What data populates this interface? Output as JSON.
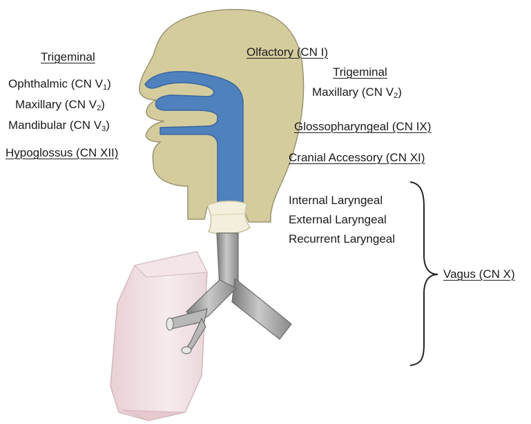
{
  "labels": {
    "olfactory": "Olfactory (CN I)",
    "trigeminal_left_heading": "Trigeminal",
    "ophthalmic_name": "Ophthalmic (CN V",
    "ophthalmic_sub": "1",
    "maxillary_left_name": "Maxillary (CN V",
    "maxillary_left_sub": "2",
    "mandibular_name": "Mandibular (CN V",
    "mandibular_sub": "3",
    "close_paren": ")",
    "hypoglossus": "Hypoglossus (CN XII)",
    "trigeminal_right_heading": "Trigeminal",
    "maxillary_right_name": "Maxillary (CN V",
    "maxillary_right_sub": "2",
    "glossopharyngeal": "Glossopharyngeal (CN IX)",
    "cranial_accessory": "Cranial Accessory (CN XI)",
    "internal_laryngeal": "Internal Laryngeal",
    "external_laryngeal": "External Laryngeal",
    "recurrent_laryngeal": "Recurrent Laryngeal",
    "vagus": "Vagus (CN X)"
  },
  "colors": {
    "head": "#d5cc9e",
    "airway": "#4f81bd",
    "larynx": "#f3efdc",
    "trachea": "#a8a8a8",
    "lung": "#f2dfe2"
  }
}
